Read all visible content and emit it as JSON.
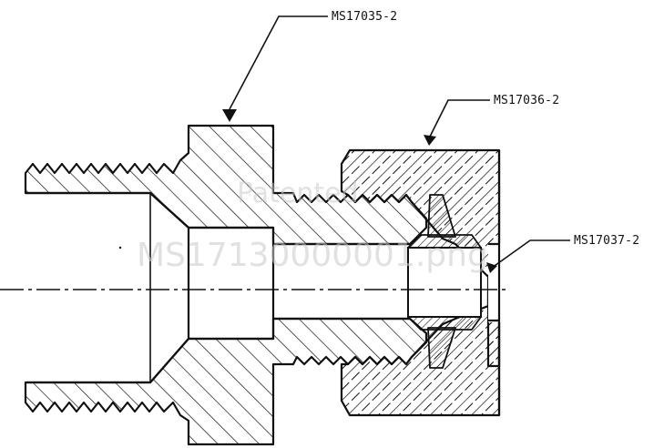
{
  "callouts": {
    "top_fitting": "MS17035-2",
    "nut": "MS17036-2",
    "sleeve": "MS17037-2"
  },
  "watermark": {
    "line1": "Patented",
    "line2": "MS17130000001.png"
  }
}
